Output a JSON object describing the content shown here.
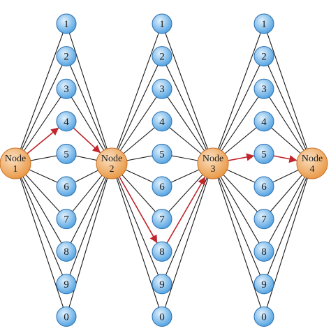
{
  "main_nodes": [
    {
      "word": "Node",
      "number": "1"
    },
    {
      "word": "Node",
      "number": "2"
    },
    {
      "word": "Node",
      "number": "3"
    },
    {
      "word": "Node",
      "number": "4"
    }
  ],
  "digit_labels": [
    "1",
    "2",
    "3",
    "4",
    "5",
    "6",
    "7",
    "8",
    "9",
    "0"
  ],
  "highlighted_path": [
    {
      "from_node": 1,
      "digit": "4",
      "to_node": 2
    },
    {
      "from_node": 2,
      "digit": "8",
      "to_node": 3
    },
    {
      "from_node": 3,
      "digit": "5",
      "to_node": 4
    }
  ],
  "colors": {
    "main_node_fill": "#e8953f",
    "main_node_highlight": "#fbe0c2",
    "main_node_stroke": "#c9722a",
    "digit_node_fill": "#4a9ee0",
    "digit_node_highlight": "#e3f2fd",
    "digit_node_stroke": "#2a6fb0",
    "edge": "#1a1a1a",
    "path": "#c0262c"
  }
}
